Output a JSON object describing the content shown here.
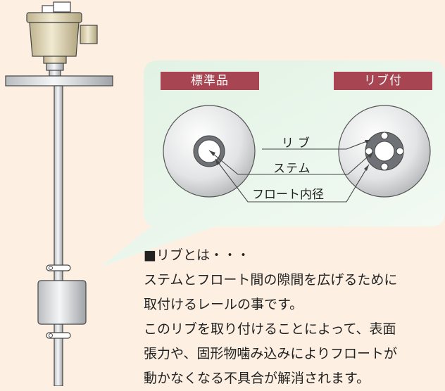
{
  "tags": {
    "standard": "標準品",
    "ribbed": "リブ付"
  },
  "labels": {
    "rib": "リブ",
    "stem": "ステム",
    "float_id": "フロート内径"
  },
  "description": {
    "heading": "■リブとは・・・",
    "lines": [
      "ステムとフロート間の隙間を広げるために",
      "取付けるレールの事です。",
      "このリブを取り付けることによって、表面",
      "張力や、固形物噛み込みによりフロートが",
      "動かなくなる不具合が解消されます。"
    ]
  },
  "colors": {
    "background": "#fdf0e2",
    "tag": "#a74652",
    "callout": "#e6f4e9"
  }
}
